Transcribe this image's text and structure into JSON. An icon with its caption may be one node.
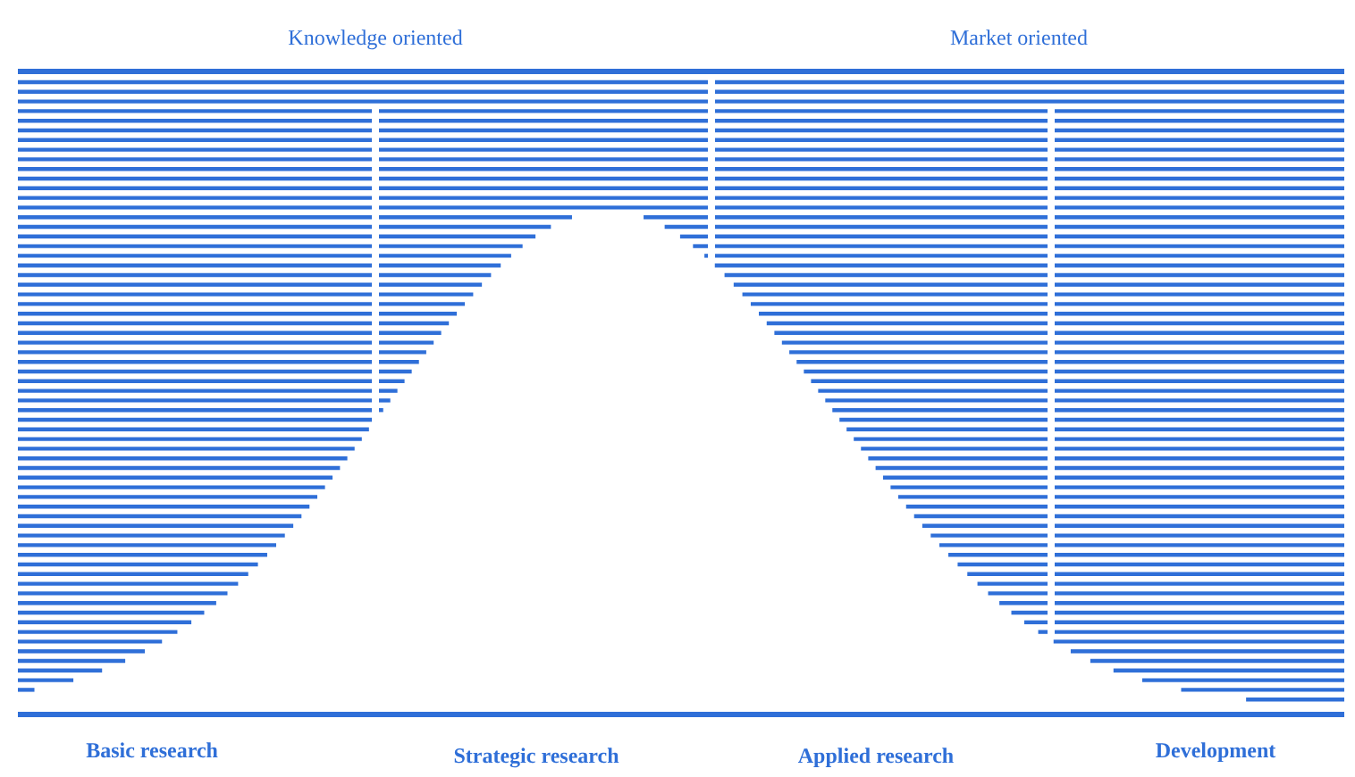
{
  "diagram": {
    "labels": [
      "Knowledge oriented",
      "Market oriented",
      "Basic research",
      "Strategic research",
      "Applied research",
      "Development"
    ]
  }
}
